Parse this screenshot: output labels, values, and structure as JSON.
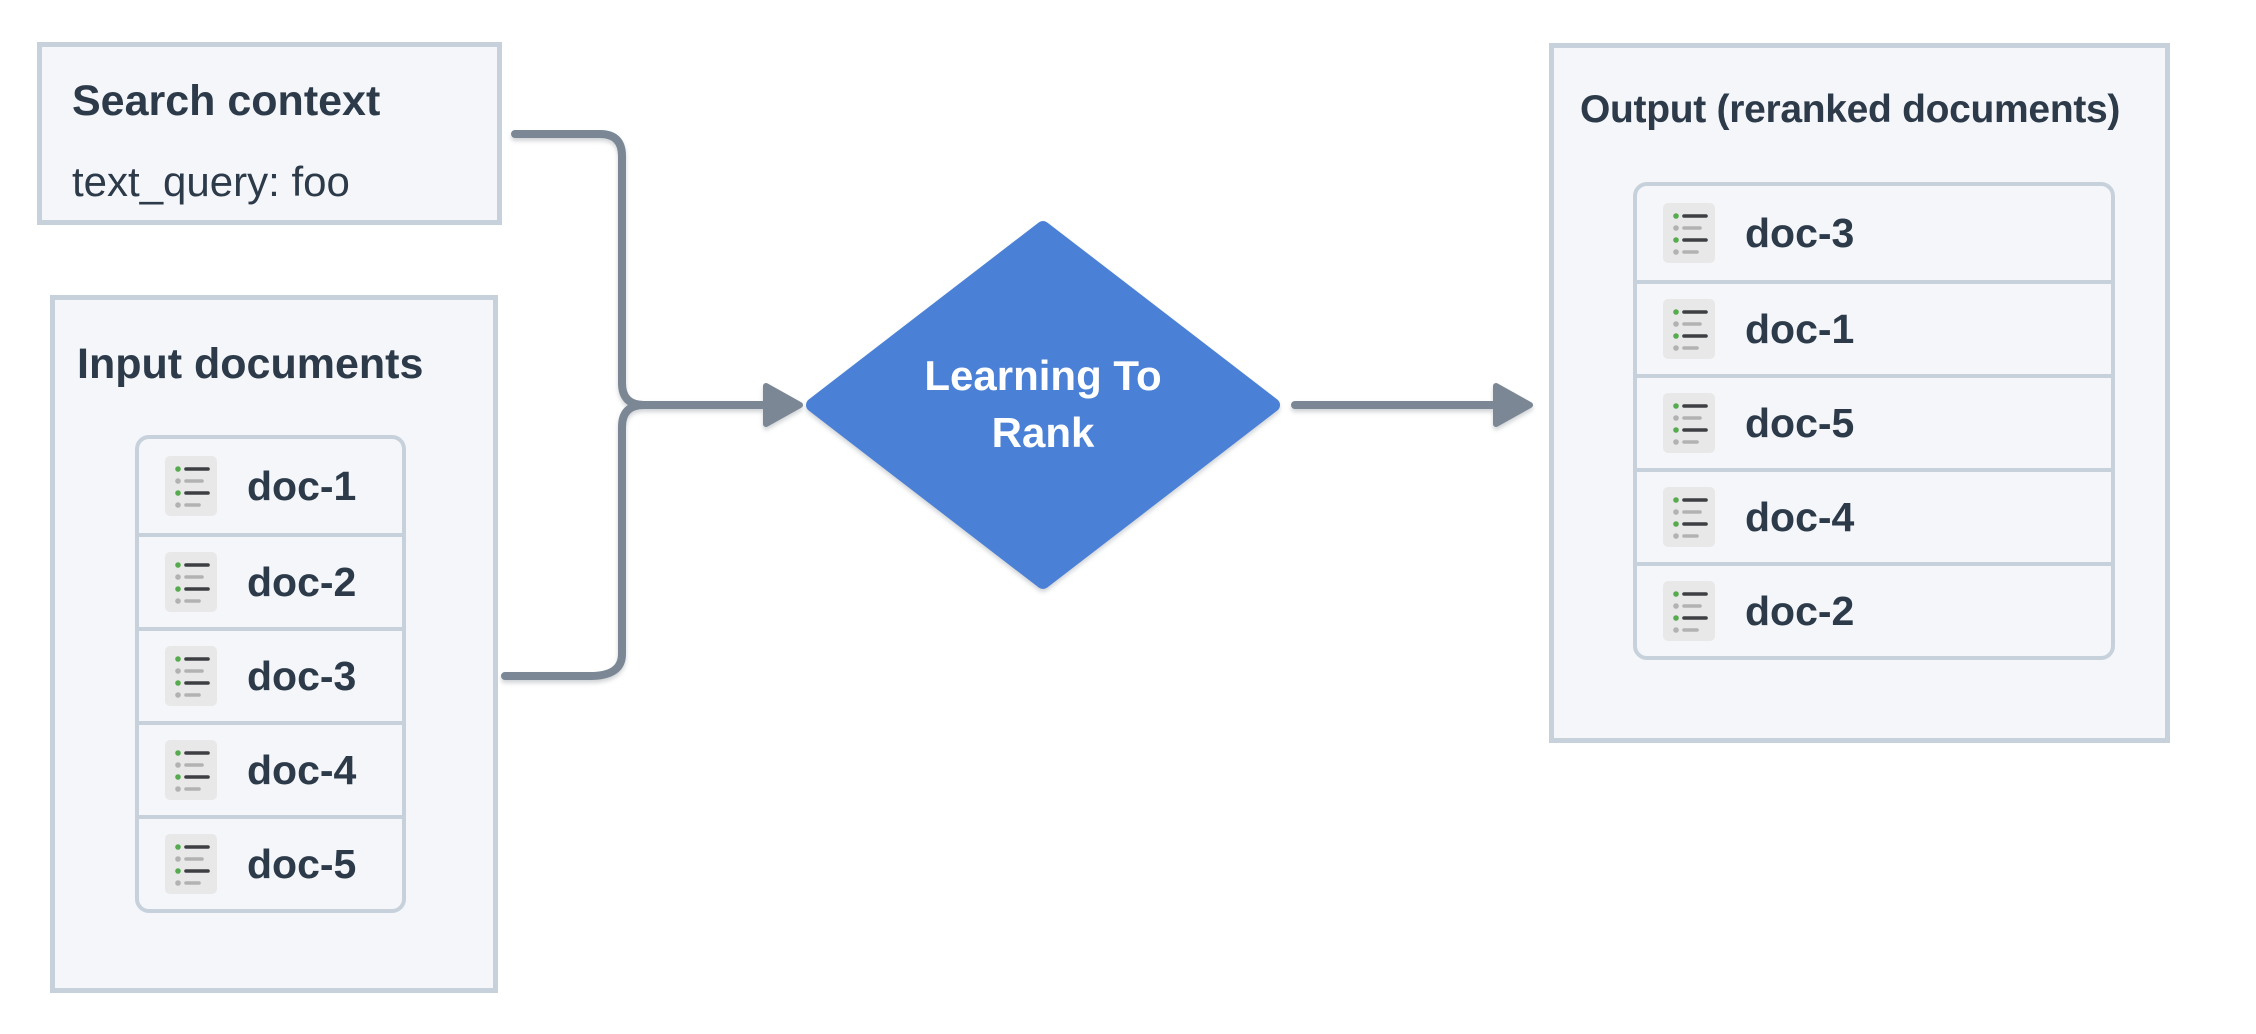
{
  "search_context": {
    "title": "Search context",
    "query": "text_query: foo"
  },
  "input_documents": {
    "title": "Input documents",
    "docs": [
      "doc-1",
      "doc-2",
      "doc-3",
      "doc-4",
      "doc-5"
    ]
  },
  "process": {
    "label": "Learning To Rank"
  },
  "output": {
    "title": "Output (reranked documents)",
    "docs": [
      "doc-3",
      "doc-1",
      "doc-5",
      "doc-4",
      "doc-2"
    ]
  },
  "icons": {
    "doc_icon": "bulleted-list-icon"
  },
  "colors": {
    "panel_bg": "#f4f6f9",
    "panel_border": "#c7d1db",
    "text_dark": "#2c3a49",
    "diamond_blue": "#4a80d6",
    "arrow_gray": "#7b8794",
    "bullet_green": "#57ab4f",
    "icon_bg": "#e8e8e8",
    "icon_line_dark": "#3d3f42",
    "icon_line_gray": "#b2b2b2"
  }
}
